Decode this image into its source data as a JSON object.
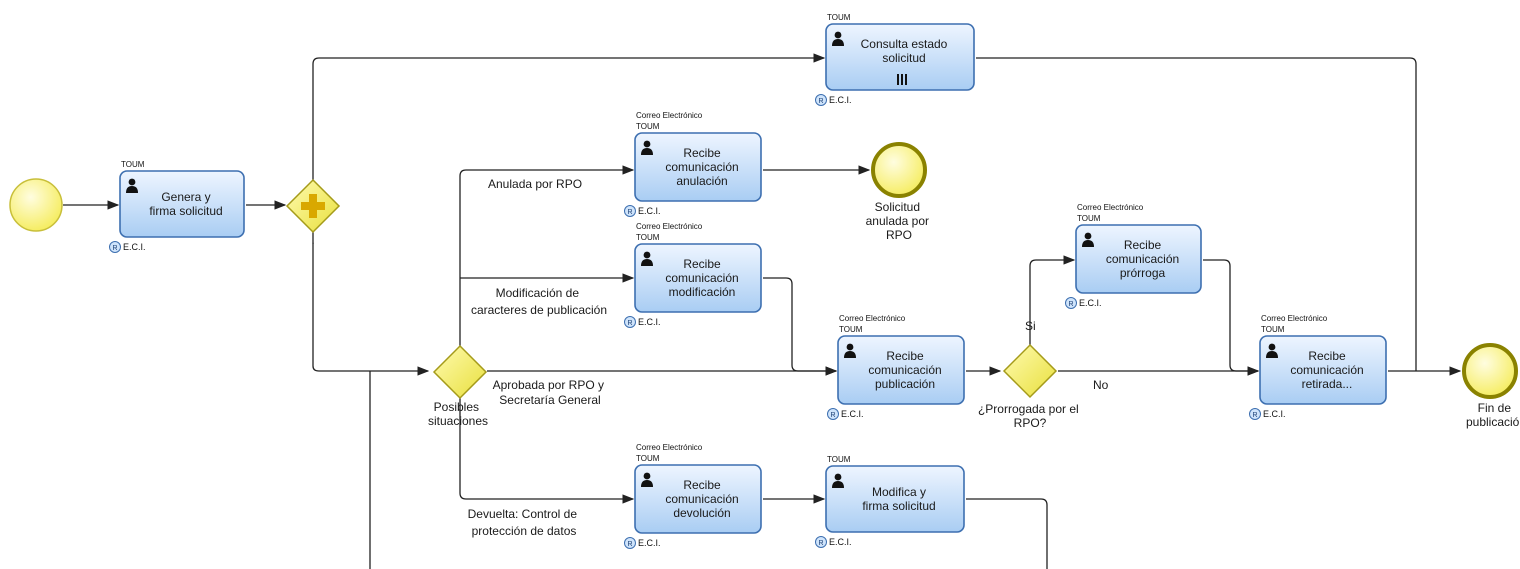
{
  "tasks": {
    "genera": {
      "lines": [
        "Genera y",
        "firma solicitud"
      ],
      "performer": "TOUM",
      "channel": "",
      "resource": "E.C.I."
    },
    "consulta": {
      "lines": [
        "Consulta estado",
        "solicitud"
      ],
      "performer": "TOUM",
      "channel": "",
      "resource": "E.C.I."
    },
    "anulacion": {
      "lines": [
        "Recibe",
        "comunicación",
        "anulación"
      ],
      "performer": "TOUM",
      "channel": "Correo Electrónico",
      "resource": "E.C.I."
    },
    "modificacion": {
      "lines": [
        "Recibe",
        "comunicación",
        "modificación"
      ],
      "performer": "TOUM",
      "channel": "Correo Electrónico",
      "resource": "E.C.I."
    },
    "publicacion": {
      "lines": [
        "Recibe",
        "comunicación",
        "publicación"
      ],
      "performer": "TOUM",
      "channel": "Correo Electrónico",
      "resource": "E.C.I."
    },
    "prorroga": {
      "lines": [
        "Recibe",
        "comunicación",
        "prórroga"
      ],
      "performer": "TOUM",
      "channel": "Correo Electrónico",
      "resource": "E.C.I."
    },
    "retirada": {
      "lines": [
        "Recibe",
        "comunicación",
        "retirada..."
      ],
      "performer": "TOUM",
      "channel": "Correo Electrónico",
      "resource": "E.C.I."
    },
    "devolucion": {
      "lines": [
        "Recibe",
        "comunicación",
        "devolución"
      ],
      "performer": "TOUM",
      "channel": "Correo Electrónico",
      "resource": "E.C.I."
    },
    "modifica": {
      "lines": [
        "Modifica y",
        "firma solicitud"
      ],
      "performer": "TOUM",
      "channel": "",
      "resource": "E.C.I."
    }
  },
  "events": {
    "end_anulada": [
      "Solicitud",
      "anulada por",
      "RPO"
    ],
    "end_publicacion": [
      "Fin de",
      "publicación"
    ]
  },
  "gateways": {
    "posibles": [
      "Posibles",
      "situaciones"
    ],
    "prorrogada": [
      "¿Prorrogada por el",
      "RPO?"
    ],
    "parallel": "."
  },
  "flow_labels": {
    "anulada": [
      "Anulada por RPO"
    ],
    "modificacion": [
      "Modificación de",
      "caracteres de publicación"
    ],
    "aprobada": [
      "Aprobada por RPO y",
      "Secretaría General"
    ],
    "devuelta": [
      "Devuelta: Control de",
      "protección de datos"
    ],
    "si": [
      "Si"
    ],
    "no": [
      "No"
    ]
  },
  "colors": {
    "task_fill_top": "#eef5ff",
    "task_fill_bottom": "#a9cdf3",
    "task_stroke": "#3d6fb0",
    "event_fill": "#fbf58a",
    "gateway_fill": "#f4ef74",
    "gateway_stroke": "#a59b1a",
    "plus_color": "#d9a800",
    "line": "#222222"
  }
}
